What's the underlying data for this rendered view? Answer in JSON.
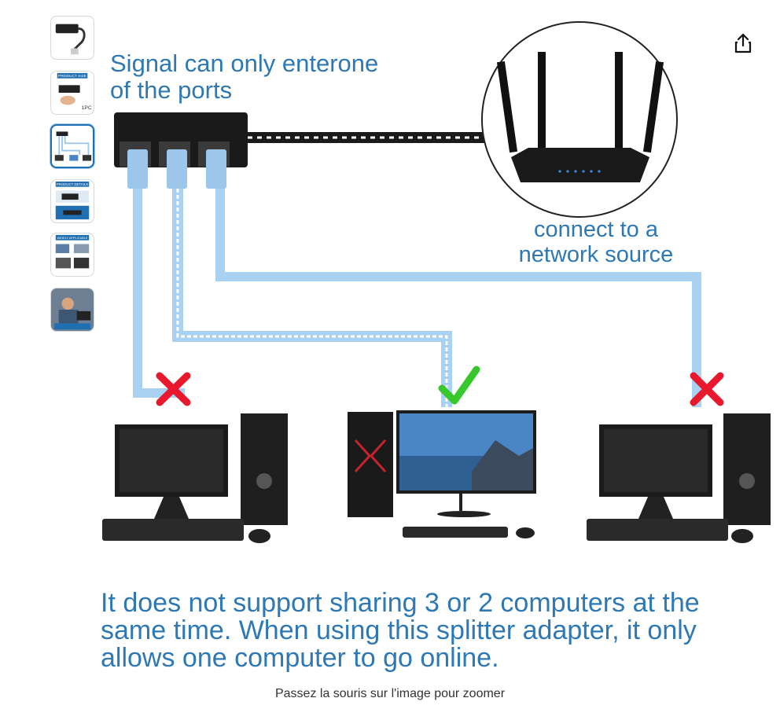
{
  "thumbnails": [
    {
      "name": "thumb-adapter-cable",
      "badge": ""
    },
    {
      "name": "thumb-product-size",
      "badge": "PRODUCT SIZE",
      "note": "1PC"
    },
    {
      "name": "thumb-usage-diagram",
      "badge": ""
    },
    {
      "name": "thumb-product-details",
      "badge": "PRODUCT DETAILS"
    },
    {
      "name": "thumb-widely-applicable",
      "badge": "WIDELY APPLICABLE"
    },
    {
      "name": "thumb-lifestyle",
      "badge": ""
    }
  ],
  "active_thumbnail": 2,
  "main_image": {
    "label_top": "Signal can only enterone of the ports",
    "label_router": "connect to a network source",
    "label_bottom": "It does not support sharing 3 or 2 computers at the same time. When using this splitter adapter, it only allows one computer to go online."
  },
  "colors": {
    "accent_text": "#2e78b4",
    "cable_blue": "#a8d1f2",
    "cross_red": "#e8192c",
    "check_green": "#38c82e"
  },
  "caption": "Passez la souris sur l'image pour zoomer",
  "share_icon": "share-icon"
}
